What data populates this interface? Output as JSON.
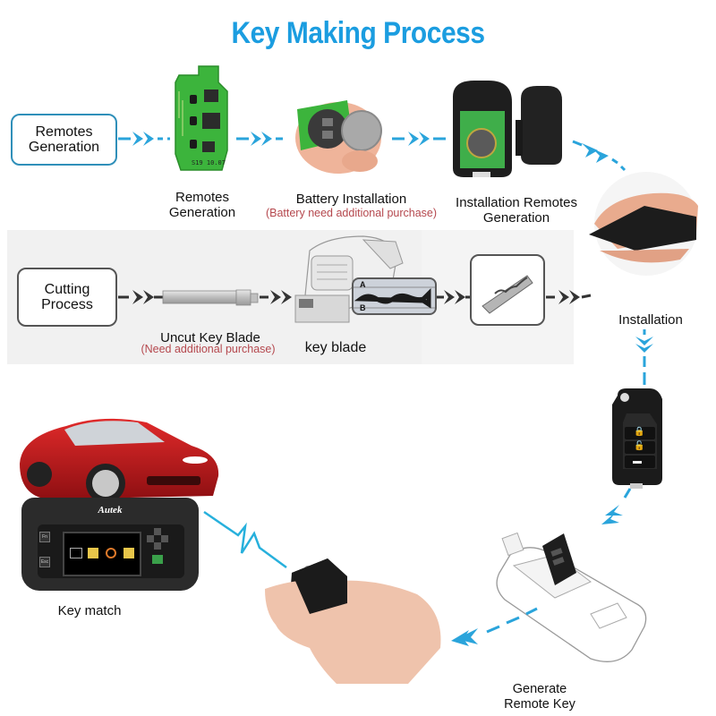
{
  "title": "Key Making Process",
  "colors": {
    "title": "#1b9de0",
    "flow_blue": "#2aa4db",
    "flow_dark": "#333333",
    "note_red": "#b5484e",
    "box_blue_border": "#2f8fb9",
    "box_gray_border": "#555555",
    "band_gray": "#f1f1f1"
  },
  "row1": {
    "start_box": "Remotes Generation",
    "steps": [
      {
        "label": "Remotes Generation",
        "note": ""
      },
      {
        "label": "Battery Installation",
        "note": "(Battery need additional purchase)"
      },
      {
        "label": "Installation Remotes Generation",
        "note": ""
      }
    ]
  },
  "row2": {
    "start_box": "Cutting Process",
    "steps": [
      {
        "label": "Uncut Key  Blade",
        "note": "(Need additional purchase)"
      },
      {
        "label": "key blade",
        "note": ""
      }
    ],
    "gauge_labels": [
      "A",
      "B"
    ]
  },
  "right_column": {
    "installation_label": "Installation",
    "generate_label": "Generate Remote Key",
    "flip_key_buttons": [
      "lock-icon",
      "unlock-icon",
      "trunk-icon"
    ]
  },
  "bottom_left": {
    "device_brand": "Autek",
    "device_side_buttons": [
      "Fn",
      "Esc"
    ],
    "label": "Key match"
  }
}
